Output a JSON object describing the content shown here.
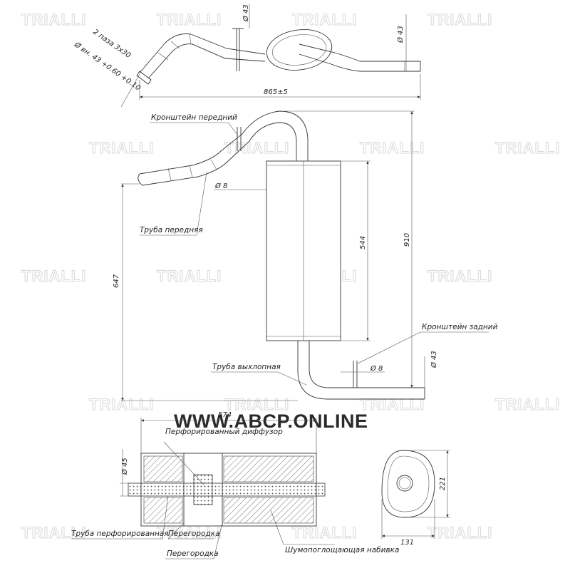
{
  "watermark": {
    "text": "TRIALLI"
  },
  "site_banner": {
    "text": "WWW.ABCP.ONLINE"
  },
  "top_view": {
    "dim_total_length": "865±5",
    "dim_outlet_diameter": "Ø 43",
    "dim_bracket_diameter": "Ø 43",
    "dim_inlet_line1": "2 паза 3х30",
    "dim_inlet_line2": "Ø вн. 43 +0.60 +0.10"
  },
  "side_view": {
    "label_front_bracket": "Кронштейн передний",
    "label_front_pipe": "Труба передняя",
    "label_rear_bracket": "Кронштейн задний",
    "label_exhaust_pipe": "Труба выхлопная",
    "dim_front_bracket": "Ø 8",
    "dim_rear_bracket": "Ø 8",
    "dim_body_length": "544",
    "dim_total_height": "910",
    "dim_height_647": "647",
    "dim_outlet": "Ø 43"
  },
  "section_view": {
    "dim_length": "574",
    "dim_pipe_diameter": "Ø 45",
    "label_perforated_diffuser": "Перфорированный диффузор",
    "label_perforated_pipe": "Труба перфорированная",
    "label_baffle_1": "Перегородка",
    "label_baffle_2": "Перегородка",
    "label_absorbing_fill": "Шумопоглощающая набивка"
  },
  "end_view": {
    "dim_height": "221",
    "dim_width": "131"
  }
}
